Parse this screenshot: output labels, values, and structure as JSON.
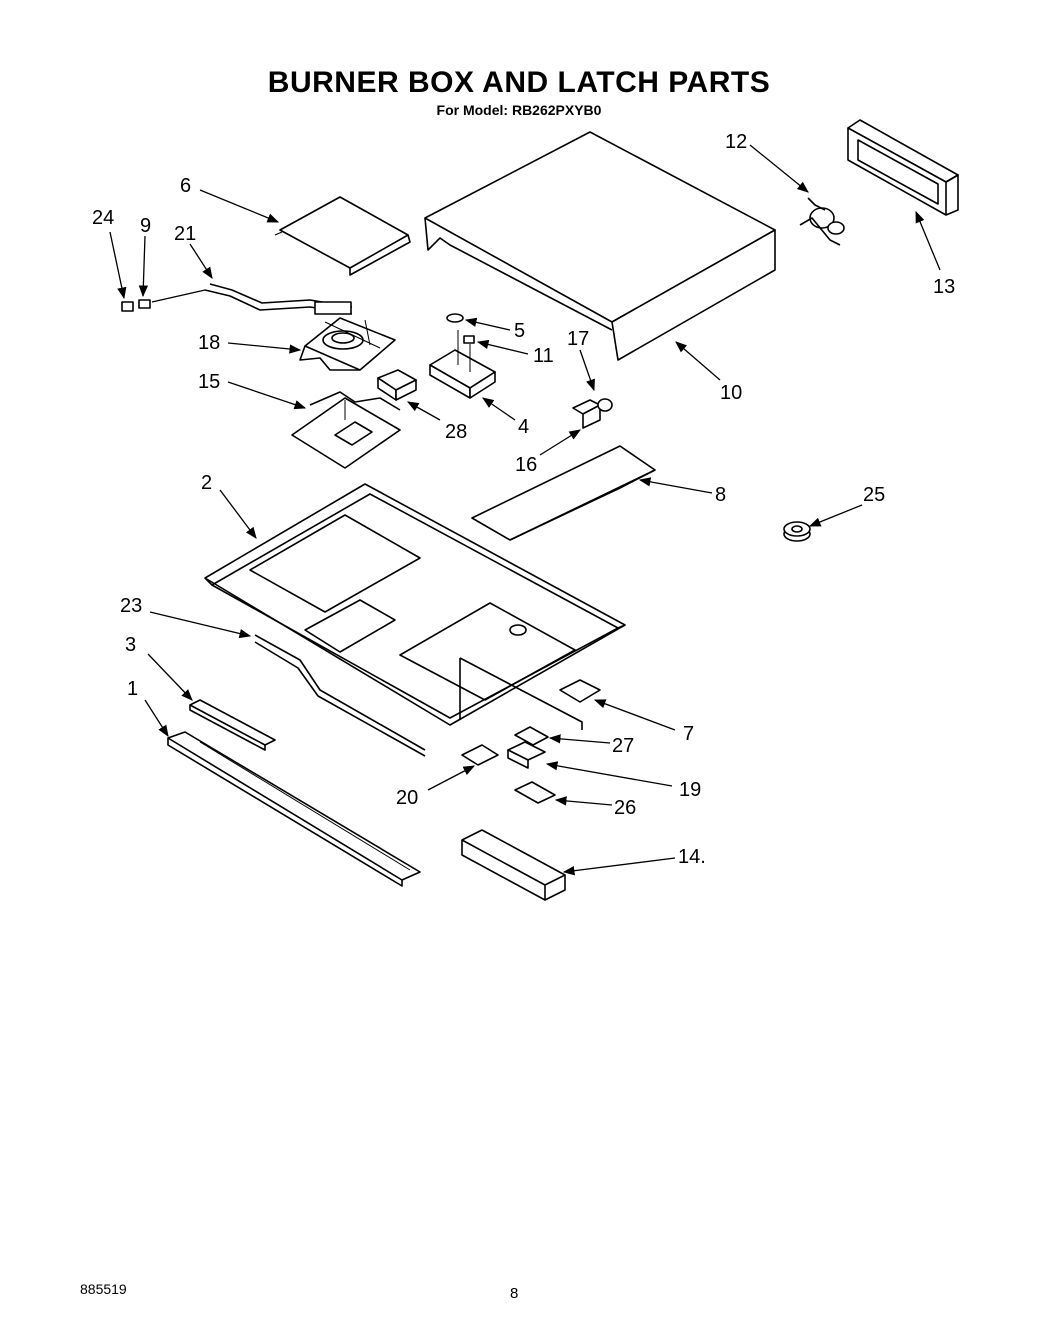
{
  "title": "BURNER BOX AND LATCH PARTS",
  "subtitle": "For Model: RB262PXYB0",
  "callouts": {
    "c1": "1",
    "c2": "2",
    "c3": "3",
    "c4": "4",
    "c5": "5",
    "c6": "6",
    "c7": "7",
    "c8": "8",
    "c9": "9",
    "c10": "10",
    "c11": "11",
    "c12": "12",
    "c13": "13",
    "c14": "14.",
    "c15": "15",
    "c16": "16",
    "c17": "17",
    "c18": "18",
    "c19": "19",
    "c20": "20",
    "c21": "21",
    "c23": "23",
    "c24": "24",
    "c25": "25",
    "c26": "26",
    "c27": "27",
    "c28": "28"
  },
  "footer": {
    "doc_number": "885519",
    "page_number": "8"
  }
}
